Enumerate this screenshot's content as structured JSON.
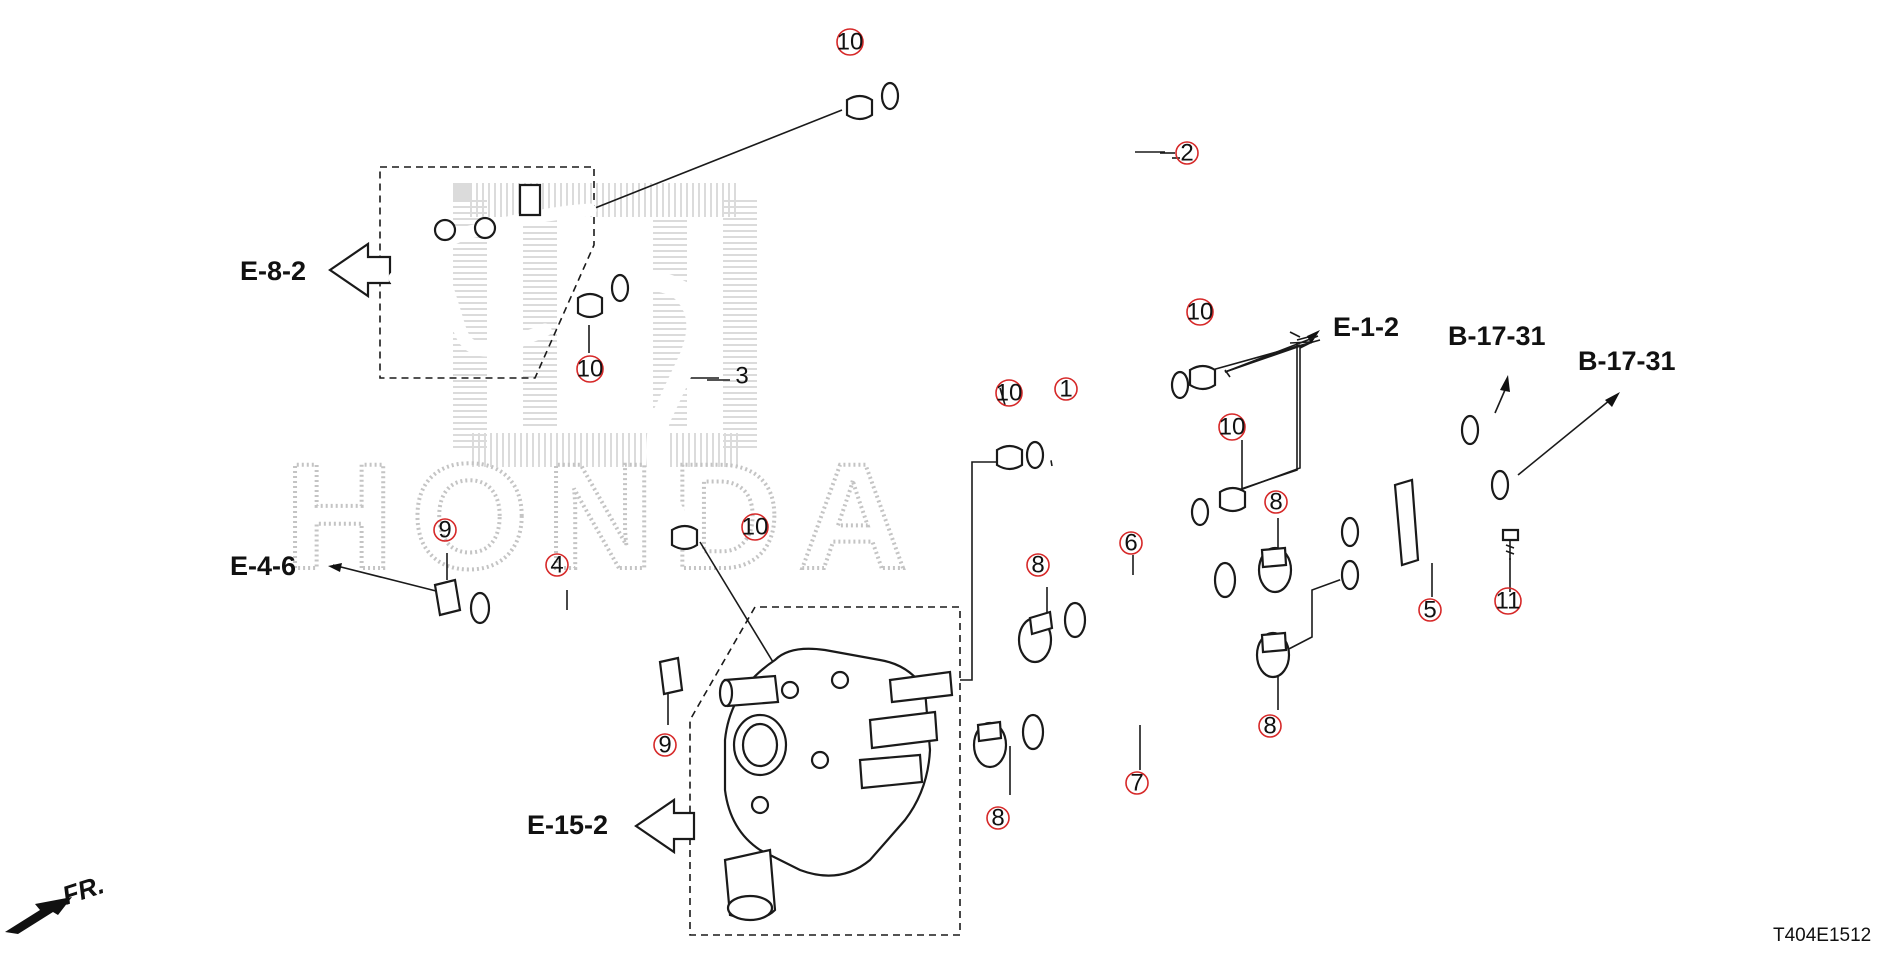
{
  "references": {
    "e_8_2": "E-8-2",
    "e_4_6": "E-4-6",
    "e_15_2": "E-15-2",
    "e_1_2": "E-1-2",
    "b_17_31_a": "B-17-31",
    "b_17_31_b": "B-17-31"
  },
  "callouts": {
    "n1": "1",
    "n2": "2",
    "n3": "3",
    "n4": "4",
    "n5": "5",
    "n6": "6",
    "n7": "7",
    "n8a": "8",
    "n8b": "8",
    "n8c": "8",
    "n8d": "8",
    "n9a": "9",
    "n9b": "9",
    "n10a": "10",
    "n10b": "10",
    "n10c": "10",
    "n10d": "10",
    "n10e": "10",
    "n10f": "10",
    "n11": "11"
  },
  "watermark_text": "HONDA",
  "front_label": "FR.",
  "diagram_code": "T404E1512",
  "colors": {
    "line": "#1a1a1a",
    "callout_circle": "#d62828",
    "watermark": "#c4c4c4"
  }
}
